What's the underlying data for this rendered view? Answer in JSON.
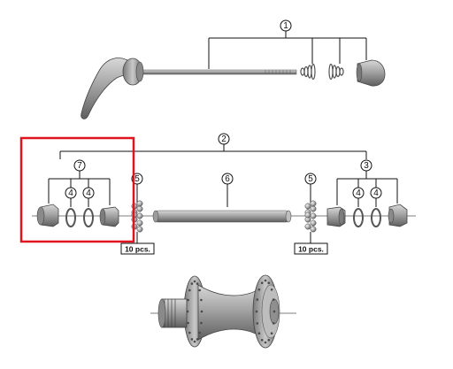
{
  "callouts": {
    "c1": "1",
    "c2": "2",
    "c3": "3",
    "c4a": "4",
    "c4b": "4",
    "c4c": "4",
    "c4d": "4",
    "c5a": "5",
    "c5b": "5",
    "c6": "6",
    "c7": "7"
  },
  "notes": {
    "pcs_left": "10 pcs.",
    "pcs_right": "10 pcs."
  },
  "highlight": {
    "color": "#e0141e"
  },
  "palette": {
    "line": "#111111",
    "part_dark": "#6e6e6e",
    "part_mid": "#9a9a9a",
    "part_light": "#c8c8c8"
  }
}
